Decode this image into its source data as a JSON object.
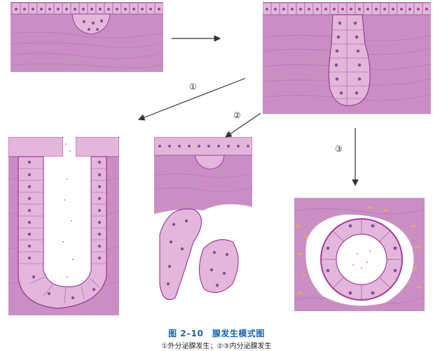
{
  "colors": {
    "tissue": "#c98fc4",
    "tissue_dark": "#b877b3",
    "cell_fill": "#e9bde0",
    "cell_border": "#a15a9c",
    "nucleus": "#8e4d99",
    "outline": "#9c3f96",
    "blood": "#e8a070"
  },
  "labels": {
    "step1": "①",
    "step2": "②",
    "step3": "③"
  },
  "caption": {
    "title": "图 2–10　腺发生模式图",
    "subtitle": "①外分泌腺发生；②③内分泌腺发生"
  }
}
